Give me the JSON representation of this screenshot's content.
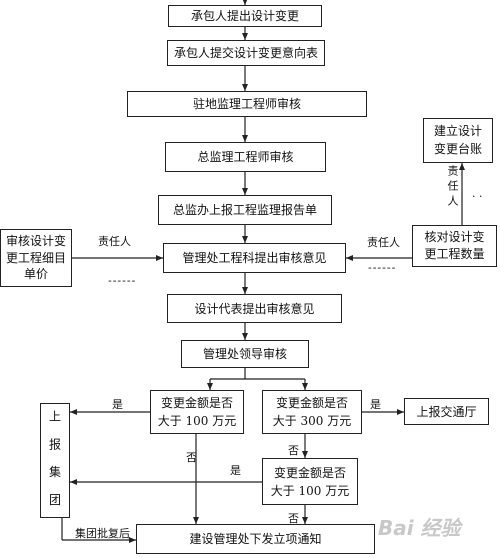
{
  "nodes": {
    "contractor_propose": "承包人提出设计变更",
    "contractor_submit": "承包人提交设计变更意向表",
    "resident_engineer": "驻地监理工程师审核",
    "chief_engineer": "总监理工程师审核",
    "chief_report": "总监办上报工程监理报告单",
    "engineering_dept": "管理处工程科提出审核意见",
    "design_rep": "设计代表提出审核意见",
    "leader_review": "管理处领导审核",
    "amount_100_a": "变更金额是否\n大于 100 万元",
    "amount_300": "变更金额是否\n大于 300 万元",
    "amount_100_b": "变更金额是否\n大于 100 万元",
    "report_transport": "上报交通厅",
    "report_group": "上\n报\n集\n团",
    "final_notice": "建设管理处下发立项通知",
    "audit_prices": "审核设计变\n更工程细目\n单价",
    "check_quantity": "核对设计变\n更工程数量",
    "ledger": "建立设计\n变更台账"
  },
  "labels": {
    "responsible": "责任人",
    "responsible_right": "责任人",
    "responsible_vertical": "责任人",
    "dashes": "------",
    "dots": ". .",
    "yes": "是",
    "no": "否",
    "group_approved": "集团批复后"
  },
  "watermark": "Bai 经验"
}
